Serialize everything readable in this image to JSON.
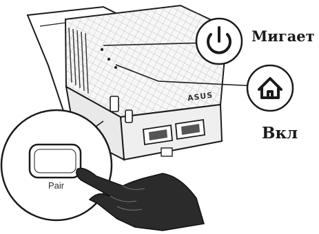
{
  "labels": {
    "blink": "Мигает",
    "on": "Вкл",
    "pair": "Pair",
    "brand": "ASUS"
  },
  "icons": {
    "power": "power-icon",
    "home": "home-icon",
    "hand": "pointing-hand-icon",
    "ethernet": "ethernet-port-icon"
  },
  "colors": {
    "ink": "#1a1a1a",
    "device": "#f4f4f4",
    "hand": "#2b2b2b"
  }
}
